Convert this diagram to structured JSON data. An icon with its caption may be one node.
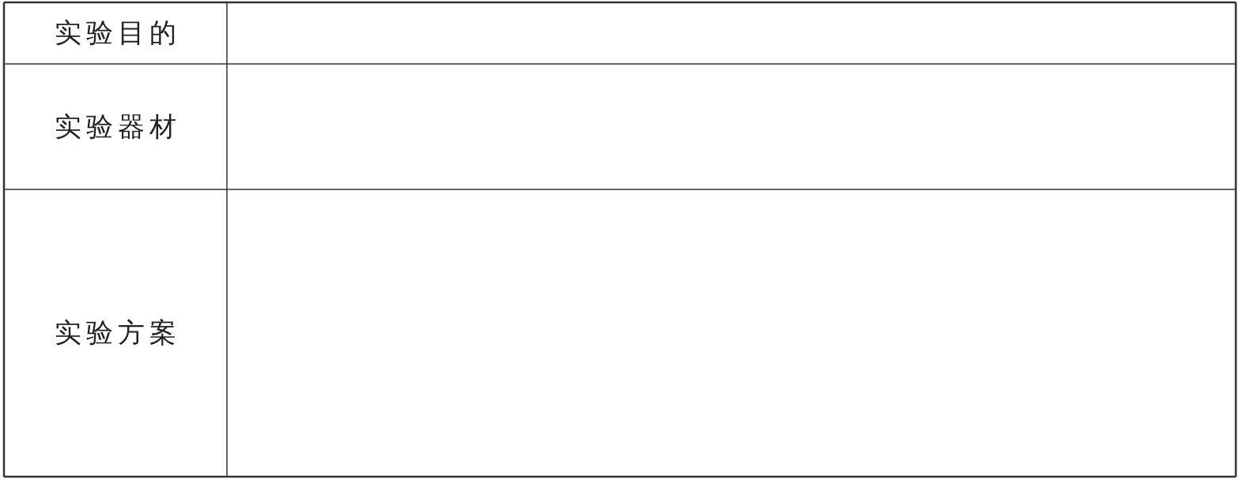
{
  "diagram": {
    "labels": [
      "实验目的",
      "实验器材",
      "实验方案"
    ]
  }
}
